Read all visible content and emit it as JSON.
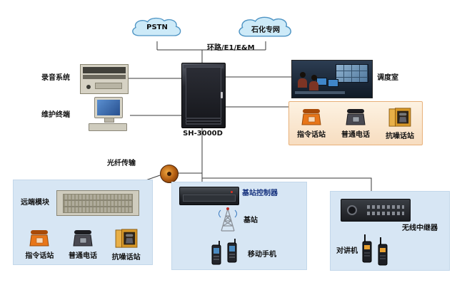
{
  "clouds": {
    "pstn": "PSTN",
    "petro": "石化专网"
  },
  "trunk_label": "环路/E1/E&M",
  "cabinet": {
    "label": "SH-3000D"
  },
  "left": {
    "recording": "录音系统",
    "maintenance": "维护终端"
  },
  "dispatch": {
    "label": "调度室"
  },
  "station_panel": {
    "phones": [
      {
        "label": "指令话站"
      },
      {
        "label": "普通电话"
      },
      {
        "label": "抗噪话站"
      }
    ]
  },
  "fiber": {
    "label": "光纤传输"
  },
  "remote_panel": {
    "title": "远端模块",
    "phones": [
      {
        "label": "指令话站"
      },
      {
        "label": "普通电话"
      },
      {
        "label": "抗噪话站"
      }
    ]
  },
  "base_panel": {
    "controller": "基站控制器",
    "station": "基站",
    "mobile": "移动手机"
  },
  "repeater_panel": {
    "repeater": "无线中继器",
    "walkie": "对讲机"
  },
  "colors": {
    "cloud_fill": "#cdeaf8",
    "cloud_stroke": "#4e94c4",
    "panel_blue": "#d7e6f4",
    "panel_orange": "#f9e3c8",
    "panel_orange_border": "#e8b078",
    "line": "#3a3a3a",
    "accent_navy": "#15317e",
    "bolt_yellow": "#ffdf2a"
  }
}
